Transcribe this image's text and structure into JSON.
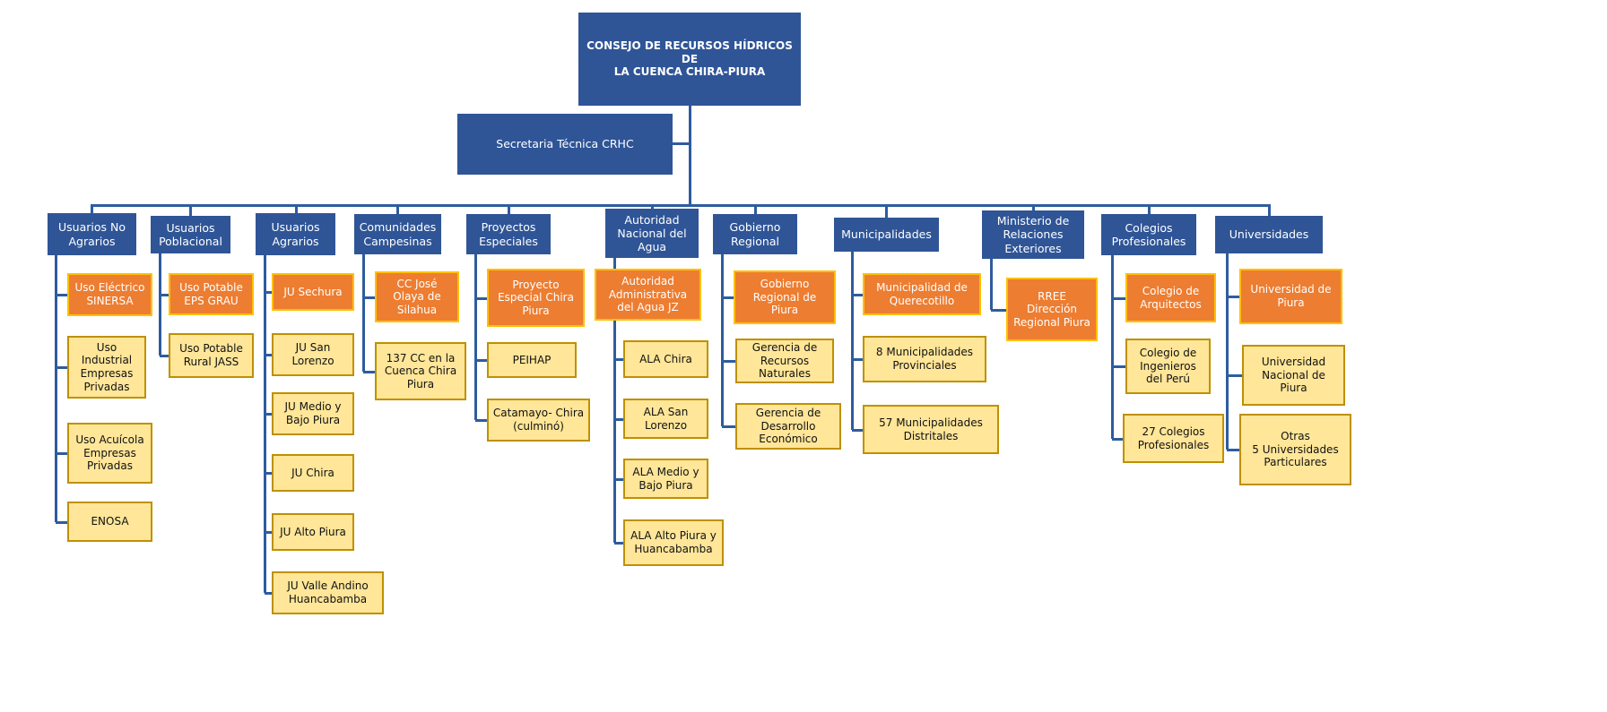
{
  "colors": {
    "node_blue": "#2F5597",
    "node_orange": "#ED7D31",
    "node_yellow": "#FFE699",
    "border_gold": "#FFC000",
    "border_dark_gold": "#BF9000",
    "connector_blue": "#2E5C9E",
    "text_light": "#FFFFFF",
    "text_dark": "#111111"
  },
  "root": {
    "label": "CONSEJO DE RECURSOS HÍDRICOS DE\nLA CUENCA CHIRA-PIURA"
  },
  "secretaria": {
    "label": "Secretaria Técnica CRHC"
  },
  "branches": [
    {
      "label": "Usuarios No Agrarios",
      "children": [
        {
          "label": "Uso Eléctrico SINERSA",
          "style": "orange"
        },
        {
          "label": "Uso Industrial Empresas Privadas",
          "style": "yellow"
        },
        {
          "label": "Uso Acuícola Empresas Privadas",
          "style": "yellow"
        },
        {
          "label": "ENOSA",
          "style": "yellow"
        }
      ]
    },
    {
      "label": "Usuarios Poblacional",
      "children": [
        {
          "label": "Uso Potable EPS GRAU",
          "style": "orange"
        },
        {
          "label": "Uso Potable Rural JASS",
          "style": "yellow"
        }
      ]
    },
    {
      "label": "Usuarios Agrarios",
      "children": [
        {
          "label": "JU Sechura",
          "style": "orange"
        },
        {
          "label": "JU San Lorenzo",
          "style": "yellow"
        },
        {
          "label": "JU Medio y Bajo Piura",
          "style": "yellow"
        },
        {
          "label": "JU Chira",
          "style": "yellow"
        },
        {
          "label": "JU Alto Piura",
          "style": "yellow"
        },
        {
          "label": "JU Valle Andino Huancabamba",
          "style": "yellow"
        }
      ]
    },
    {
      "label": "Comunidades Campesinas",
      "children": [
        {
          "label": "CC José Olaya de Silahua",
          "style": "orange"
        },
        {
          "label": "137  CC en la Cuenca Chira Piura",
          "style": "yellow"
        }
      ]
    },
    {
      "label": "Proyectos Especiales",
      "children": [
        {
          "label": "Proyecto Especial Chira Piura",
          "style": "orange"
        },
        {
          "label": "PEIHAP",
          "style": "yellow"
        },
        {
          "label": "Catamayo- Chira (culminó)",
          "style": "yellow"
        }
      ]
    },
    {
      "label": "Autoridad Nacional del Agua",
      "children": [
        {
          "label": "Autoridad Administrativa del Agua JZ",
          "style": "orange"
        },
        {
          "label": "ALA Chira",
          "style": "yellow"
        },
        {
          "label": "ALA San Lorenzo",
          "style": "yellow"
        },
        {
          "label": "ALA Medio y Bajo Piura",
          "style": "yellow"
        },
        {
          "label": "ALA Alto Piura y Huancabamba",
          "style": "yellow"
        }
      ]
    },
    {
      "label": "Gobierno Regional",
      "children": [
        {
          "label": "Gobierno Regional de Piura",
          "style": "orange"
        },
        {
          "label": "Gerencia de Recursos Naturales",
          "style": "yellow"
        },
        {
          "label": "Gerencia de Desarrollo Económico",
          "style": "yellow"
        }
      ]
    },
    {
      "label": "Municipalidades",
      "children": [
        {
          "label": "Municipalidad de Querecotillo",
          "style": "orange"
        },
        {
          "label": "8 Municipalidades Provinciales",
          "style": "yellow"
        },
        {
          "label": "57 Municipalidades Distritales",
          "style": "yellow"
        }
      ]
    },
    {
      "label": "Ministerio de Relaciones Exteriores",
      "children": [
        {
          "label": "RREE Dirección Regional Piura",
          "style": "orange"
        }
      ]
    },
    {
      "label": "Colegios Profesionales",
      "children": [
        {
          "label": "Colegio  de Arquitectos",
          "style": "orange"
        },
        {
          "label": "Colegio de Ingenieros del Perú",
          "style": "yellow"
        },
        {
          "label": "27 Colegios Profesionales",
          "style": "yellow"
        }
      ]
    },
    {
      "label": "Universidades",
      "children": [
        {
          "label": "Universidad de Piura",
          "style": "orange"
        },
        {
          "label": "Universidad Nacional de Piura",
          "style": "yellow"
        },
        {
          "label": "Otras\n5 Universidades Particulares",
          "style": "yellow"
        }
      ]
    }
  ]
}
